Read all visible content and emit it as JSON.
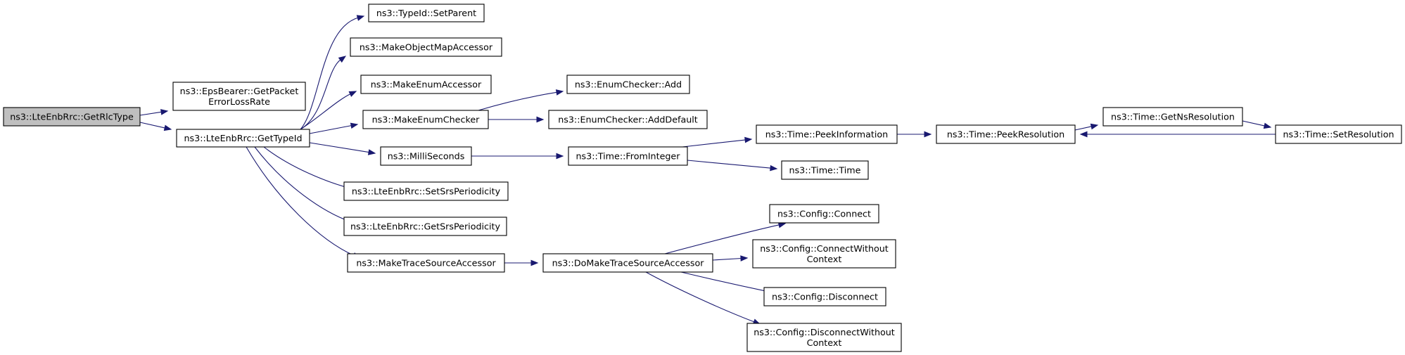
{
  "graph": {
    "colors": {
      "edge": "#191970",
      "node_border": "#000000",
      "root_fill": "#bfbfbf",
      "node_fill": "#ffffff"
    },
    "nodes": {
      "getrlctype": {
        "lines": [
          "ns3::LteEnbRrc::GetRlcType"
        ],
        "root": true
      },
      "epsbearer": {
        "lines": [
          "ns3::EpsBearer::GetPacket",
          "ErrorLossRate"
        ]
      },
      "gettypeid": {
        "lines": [
          "ns3::LteEnbRrc::GetTypeId"
        ]
      },
      "setparent": {
        "lines": [
          "ns3::TypeId::SetParent"
        ]
      },
      "makeobjectmap": {
        "lines": [
          "ns3::MakeObjectMapAccessor"
        ]
      },
      "makeenumaccessor": {
        "lines": [
          "ns3::MakeEnumAccessor"
        ]
      },
      "makeenumchecker": {
        "lines": [
          "ns3::MakeEnumChecker"
        ]
      },
      "enumadd": {
        "lines": [
          "ns3::EnumChecker::Add"
        ]
      },
      "enumadddefault": {
        "lines": [
          "ns3::EnumChecker::AddDefault"
        ]
      },
      "milliseconds": {
        "lines": [
          "ns3::MilliSeconds"
        ]
      },
      "frominteger": {
        "lines": [
          "ns3::Time::FromInteger"
        ]
      },
      "peekinformation": {
        "lines": [
          "ns3::Time::PeekInformation"
        ]
      },
      "peekresolution": {
        "lines": [
          "ns3::Time::PeekResolution"
        ]
      },
      "getnsresolution": {
        "lines": [
          "ns3::Time::GetNsResolution"
        ]
      },
      "setresolution": {
        "lines": [
          "ns3::Time::SetResolution"
        ]
      },
      "timetime": {
        "lines": [
          "ns3::Time::Time"
        ]
      },
      "setsrs": {
        "lines": [
          "ns3::LteEnbRrc::SetSrsPeriodicity"
        ]
      },
      "getsrs": {
        "lines": [
          "ns3::LteEnbRrc::GetSrsPeriodicity"
        ]
      },
      "maketrace": {
        "lines": [
          "ns3::MakeTraceSourceAccessor"
        ]
      },
      "domaketrace": {
        "lines": [
          "ns3::DoMakeTraceSourceAccessor"
        ]
      },
      "connect": {
        "lines": [
          "ns3::Config::Connect"
        ]
      },
      "connectwithout": {
        "lines": [
          "ns3::Config::ConnectWithout",
          "Context"
        ]
      },
      "disconnect": {
        "lines": [
          "ns3::Config::Disconnect"
        ]
      },
      "disconnectwithout": {
        "lines": [
          "ns3::Config::DisconnectWithout",
          "Context"
        ]
      }
    },
    "edges": [
      [
        "getrlctype",
        "epsbearer"
      ],
      [
        "getrlctype",
        "gettypeid"
      ],
      [
        "gettypeid",
        "setparent"
      ],
      [
        "gettypeid",
        "makeobjectmap"
      ],
      [
        "gettypeid",
        "makeenumaccessor"
      ],
      [
        "gettypeid",
        "makeenumchecker"
      ],
      [
        "gettypeid",
        "milliseconds"
      ],
      [
        "gettypeid",
        "setsrs"
      ],
      [
        "gettypeid",
        "getsrs"
      ],
      [
        "gettypeid",
        "maketrace"
      ],
      [
        "makeenumchecker",
        "enumadd"
      ],
      [
        "makeenumchecker",
        "enumadddefault"
      ],
      [
        "milliseconds",
        "frominteger"
      ],
      [
        "frominteger",
        "peekinformation"
      ],
      [
        "frominteger",
        "timetime"
      ],
      [
        "peekinformation",
        "peekresolution"
      ],
      [
        "peekresolution",
        "getnsresolution"
      ],
      [
        "getnsresolution",
        "setresolution"
      ],
      [
        "setresolution",
        "peekresolution"
      ],
      [
        "maketrace",
        "domaketrace"
      ],
      [
        "domaketrace",
        "connect"
      ],
      [
        "domaketrace",
        "connectwithout"
      ],
      [
        "domaketrace",
        "disconnect"
      ],
      [
        "domaketrace",
        "disconnectwithout"
      ]
    ]
  }
}
